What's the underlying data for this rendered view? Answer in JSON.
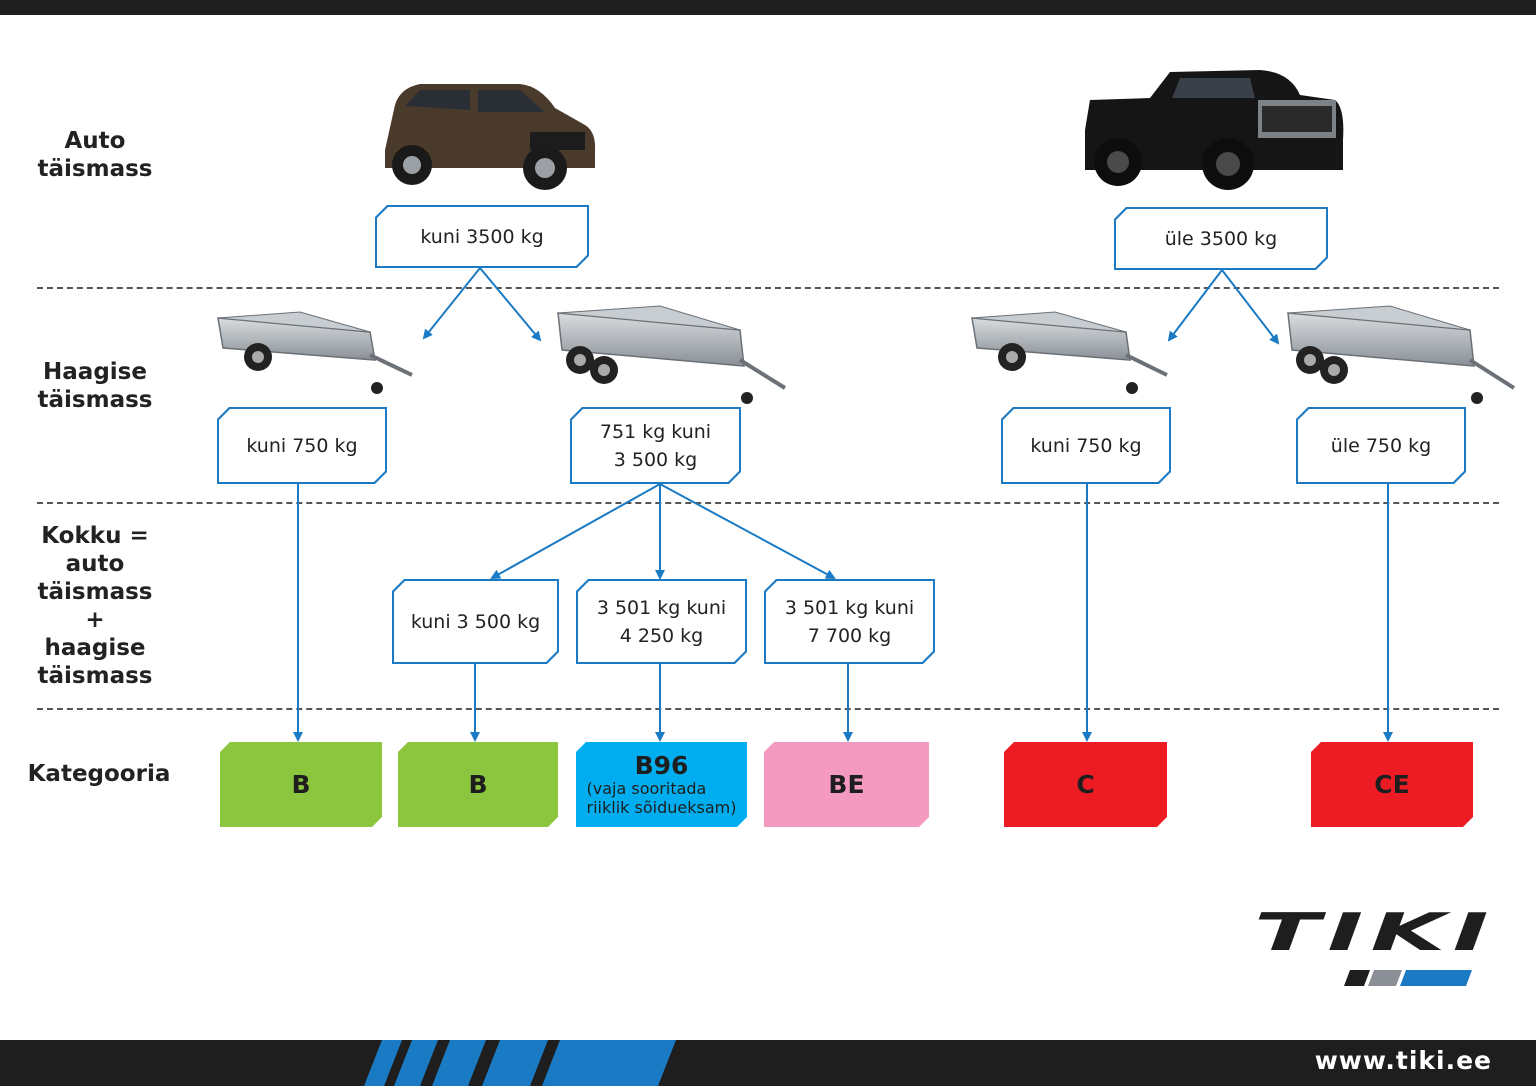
{
  "colors": {
    "box_border": "#1a7ac4",
    "arrow": "#1a7ac4",
    "cat_green": "#8cc63f",
    "cat_blue": "#00aeef",
    "cat_pink": "#f49ac1",
    "cat_red": "#ed1c24",
    "bar_dark": "#1e1e1e"
  },
  "rows": {
    "car": "Auto\ntäismass",
    "trailer": "Haagise\ntäismass",
    "total": "Kokku =\nauto\ntäismass\n+\nhaagise\ntäismass",
    "category": "Kategooria"
  },
  "boxes": {
    "car_light": "kuni 3500 kg",
    "car_heavy": "üle 3500 kg",
    "trailer_light_1": "kuni 750 kg",
    "trailer_mid": "751 kg kuni\n3 500 kg",
    "trailer_light_2": "kuni 750 kg",
    "trailer_heavy": "üle 750 kg",
    "total_1": "kuni 3 500 kg",
    "total_2": "3 501 kg kuni\n4 250 kg",
    "total_3": "3 501 kg kuni\n7 700 kg"
  },
  "categories": {
    "b1": "B",
    "b2": "B",
    "b96": "B96",
    "b96_note": "(vaja sooritada\nriiklik sõidueksam)",
    "be": "BE",
    "c": "C",
    "ce": "CE"
  },
  "logo_text": "TIKI",
  "website": "www.tiki.ee"
}
